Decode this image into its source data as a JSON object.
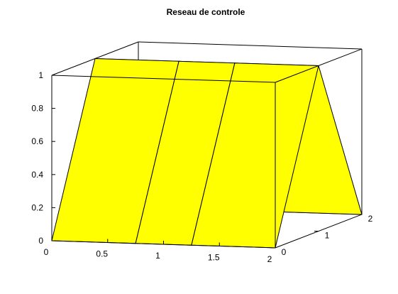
{
  "chart_data": {
    "type": "surface",
    "title": "Reseau de controle",
    "xlabel": "",
    "ylabel": "",
    "zlabel": "",
    "x": [
      0,
      0.75,
      1.25,
      2
    ],
    "y": [
      0,
      1,
      2
    ],
    "z": [
      [
        0,
        0,
        0,
        0
      ],
      [
        1,
        1,
        1,
        1
      ],
      [
        0,
        0,
        0,
        0
      ]
    ],
    "xlim": [
      0,
      2
    ],
    "ylim": [
      0,
      2
    ],
    "zlim": [
      0,
      1
    ],
    "x_ticks": [
      "0",
      "0.5",
      "1",
      "1.5",
      "2"
    ],
    "y_ticks": [
      "0",
      "1",
      "2"
    ],
    "z_ticks": [
      "0",
      "0.2",
      "0.4",
      "0.6",
      "0.8",
      "1"
    ],
    "surface_color": "#ffff00",
    "edge_color": "#000000"
  }
}
